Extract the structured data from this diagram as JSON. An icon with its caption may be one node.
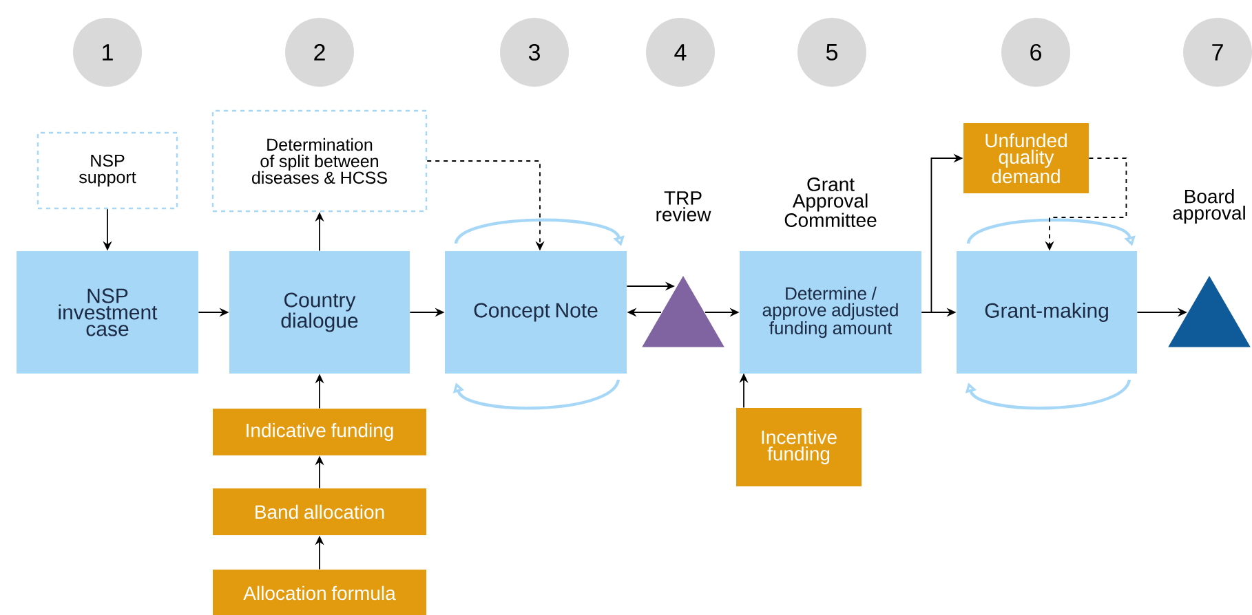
{
  "diagram": {
    "nodes": [
      {
        "text": [
          "1"
        ]
      },
      {
        "text": [
          "2"
        ]
      },
      {
        "text": [
          "3"
        ]
      },
      {
        "text": [
          "4"
        ]
      },
      {
        "text": [
          "5"
        ]
      },
      {
        "text": [
          "6"
        ]
      },
      {
        "text": [
          "7"
        ]
      },
      {
        "text": [
          "NSP support"
        ]
      },
      {
        "text": [
          "Determination of split between diseases & HCSS"
        ]
      },
      {
        "text": [
          "NSP investment case"
        ]
      },
      {
        "text": [
          "Country dialogue"
        ]
      },
      {
        "text": [
          "Concept Note"
        ]
      },
      {
        "text": [],
        "shape": "triangle",
        "beside": [
          "TRP review"
        ]
      },
      {
        "text": [
          "Determine / approve adjusted funding amount"
        ],
        "beside": [
          "Grant Approval Committee"
        ]
      },
      {
        "text": [
          "Unfunded quality demand"
        ]
      },
      {
        "text": [
          "Grant-making"
        ]
      },
      {
        "text": [],
        "shape": "triangle",
        "beside": [
          "Board approval"
        ]
      },
      {
        "text": [
          "Indicative funding"
        ]
      },
      {
        "text": [
          "Band allocation"
        ]
      },
      {
        "text": [
          "Allocation formula"
        ]
      },
      {
        "text": [
          "Incentive funding"
        ]
      }
    ],
    "edges": [
      {
        "from": 7,
        "to": 9,
        "arrow": "to"
      },
      {
        "from": 9,
        "to": 10,
        "arrow": "to"
      },
      {
        "from": 10,
        "to": 8,
        "arrow": "to"
      },
      {
        "from": 10,
        "to": 11,
        "arrow": "to"
      },
      {
        "from": 8,
        "to": 11,
        "arrow": "to",
        "style": "dashed"
      },
      {
        "from": 11,
        "to": 12,
        "arrow": "to"
      },
      {
        "from": 12,
        "to": 11,
        "arrow": "to"
      },
      {
        "from": 12,
        "to": 13,
        "arrow": "to"
      },
      {
        "from": 13,
        "to": 15,
        "arrow": "to"
      },
      {
        "from": 13,
        "to": 14,
        "arrow": "to"
      },
      {
        "from": 14,
        "to": 15,
        "arrow": "to",
        "style": "dashed"
      },
      {
        "from": 15,
        "to": 16,
        "arrow": "to"
      },
      {
        "from": 17,
        "to": 10,
        "arrow": "to"
      },
      {
        "from": 18,
        "to": 17,
        "arrow": "to"
      },
      {
        "from": 19,
        "to": 18,
        "arrow": "to"
      },
      {
        "from": 20,
        "to": 13,
        "arrow": "to"
      }
    ]
  }
}
